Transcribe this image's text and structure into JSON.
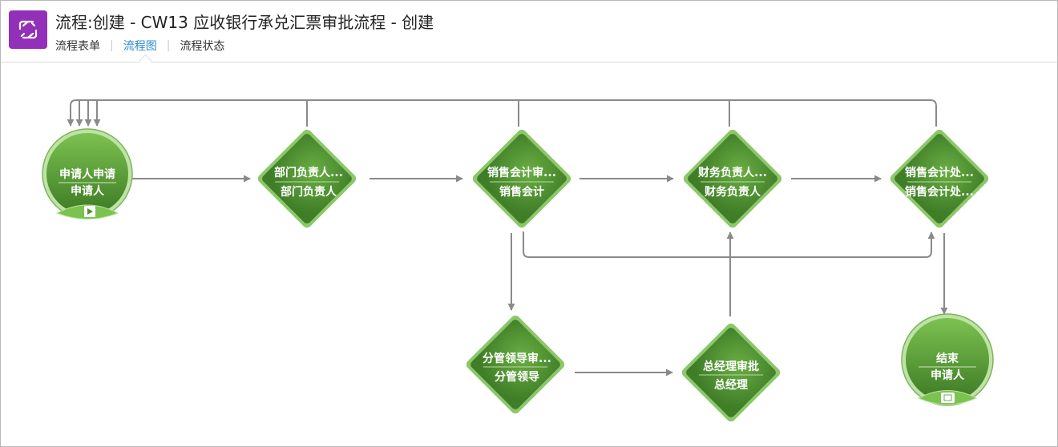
{
  "header": {
    "title": "流程:创建 - CW13 应收银行承兑汇票审批流程 - 创建",
    "tabs": [
      {
        "label": "流程表单",
        "active": false
      },
      {
        "label": "流程图",
        "active": true
      },
      {
        "label": "流程状态",
        "active": false
      }
    ],
    "separator": "|",
    "app_icon": "workflow-icon",
    "icon_color": "#9330b9"
  },
  "diagram": {
    "colors": {
      "node_fill": "#4f9232",
      "node_border": "#8cc86a",
      "arrow": "#8a8a8a"
    },
    "nodes": [
      {
        "id": "start",
        "kind": "start",
        "line1": "申请人申请",
        "line2": "申请人",
        "icon": "play-icon"
      },
      {
        "id": "dept_head",
        "kind": "task",
        "line1": "部门负责人...",
        "line2": "部门负责人"
      },
      {
        "id": "sales_acct_review",
        "kind": "task",
        "line1": "销售会计审...",
        "line2": "销售会计"
      },
      {
        "id": "finance_head",
        "kind": "task",
        "line1": "财务负责人...",
        "line2": "财务负责人"
      },
      {
        "id": "sales_acct_process",
        "kind": "task",
        "line1": "销售会计处...",
        "line2": "销售会计处..."
      },
      {
        "id": "branch_leader",
        "kind": "task",
        "line1": "分管领导审...",
        "line2": "分管领导"
      },
      {
        "id": "gm_approval",
        "kind": "task",
        "line1": "总经理审批",
        "line2": "总经理"
      },
      {
        "id": "end",
        "kind": "end",
        "line1": "结束",
        "line2": "申请人",
        "icon": "stop-icon"
      }
    ],
    "edges": [
      {
        "from": "start",
        "to": "dept_head"
      },
      {
        "from": "dept_head",
        "to": "sales_acct_review"
      },
      {
        "from": "sales_acct_review",
        "to": "finance_head"
      },
      {
        "from": "finance_head",
        "to": "sales_acct_process"
      },
      {
        "from": "sales_acct_review",
        "to": "branch_leader"
      },
      {
        "from": "branch_leader",
        "to": "gm_approval"
      },
      {
        "from": "gm_approval",
        "to": "finance_head"
      },
      {
        "from": "sales_acct_review",
        "to": "sales_acct_process"
      },
      {
        "from": "sales_acct_process",
        "to": "end"
      },
      {
        "from": "dept_head",
        "to": "start"
      },
      {
        "from": "sales_acct_review",
        "to": "start"
      },
      {
        "from": "finance_head",
        "to": "start"
      },
      {
        "from": "sales_acct_process",
        "to": "start"
      }
    ]
  }
}
